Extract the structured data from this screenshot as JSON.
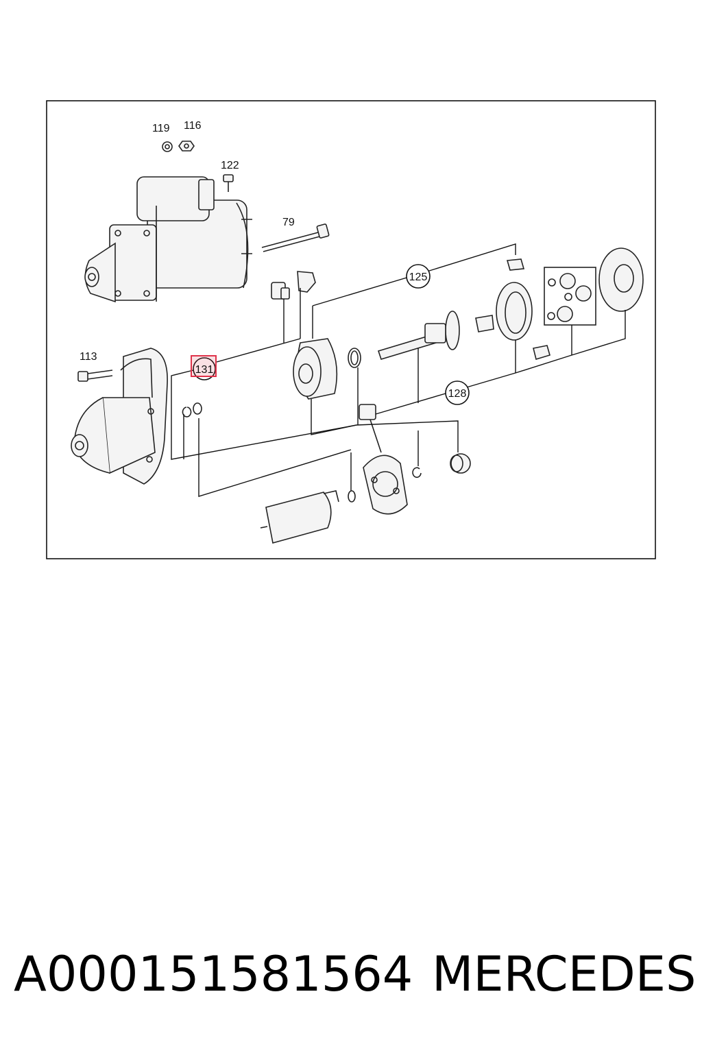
{
  "diagram": {
    "labels": {
      "l119": "119",
      "l116": "116",
      "l122": "122",
      "l79": "79",
      "l125": "125",
      "l113": "113",
      "l131": "131",
      "l128": "128"
    },
    "highlight_color": "#e0334a"
  },
  "caption": {
    "part_number": "A000151581564",
    "brand": "MERCEDES"
  }
}
